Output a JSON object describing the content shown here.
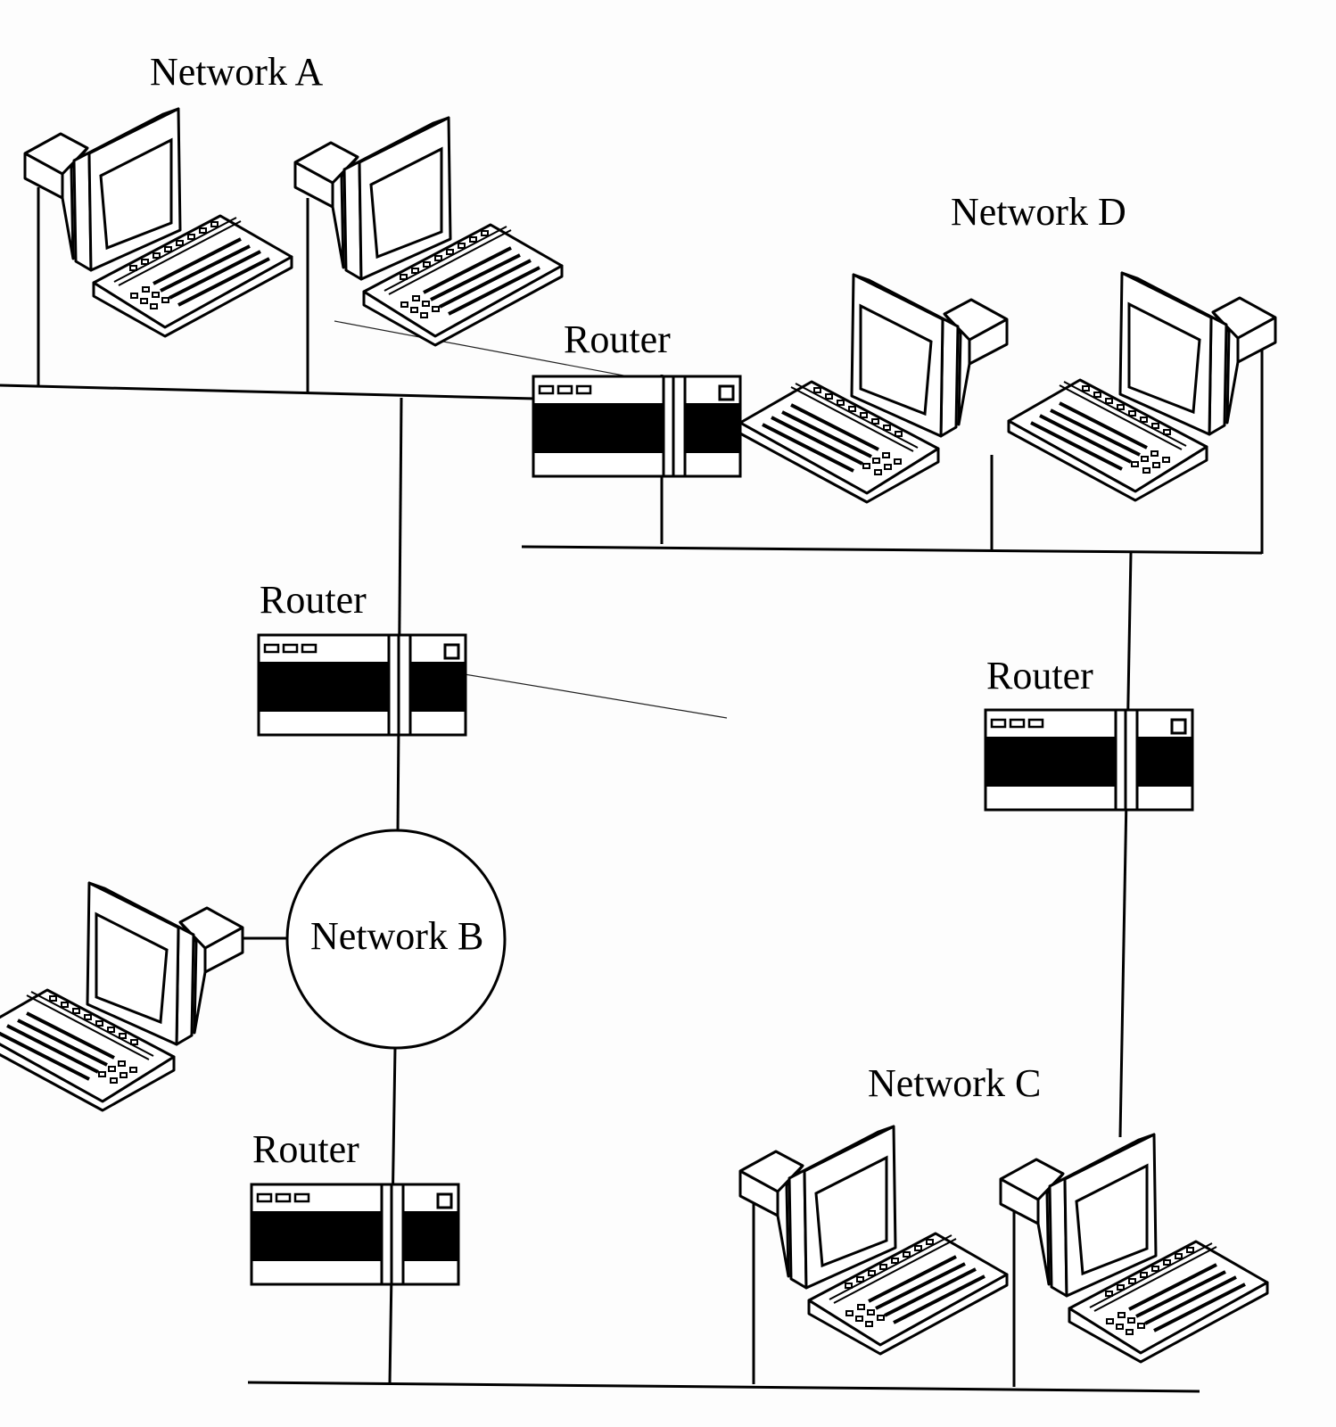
{
  "labels": {
    "network_a": "Network A",
    "network_b": "Network B",
    "network_c": "Network C",
    "network_d": "Network D",
    "router_1": "Router",
    "router_2": "Router",
    "router_3": "Router",
    "router_4": "Router"
  },
  "icons": {
    "computer": "workstation-icon",
    "router": "router-icon"
  },
  "colors": {
    "ink": "#000000",
    "paper": "#fdfdfd"
  }
}
